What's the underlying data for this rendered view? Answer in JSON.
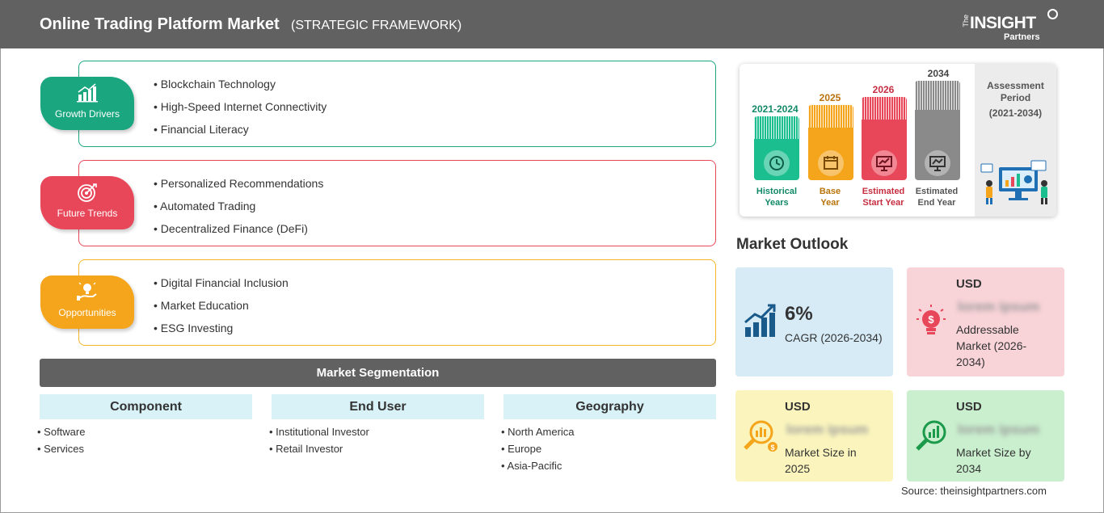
{
  "header": {
    "title": "Online Trading Platform Market",
    "subtitle": "(STRATEGIC FRAMEWORK)",
    "logo": {
      "the": "The",
      "insight": "INSIGHT",
      "partners": "Partners"
    }
  },
  "framework": [
    {
      "label": "Growth Drivers",
      "color": "#1aa67f",
      "border": "#1aa67f",
      "icon": "growth-chart-icon",
      "items": [
        "• Blockchain Technology",
        "• High-Speed Internet Connectivity",
        "• Financial Literacy"
      ]
    },
    {
      "label": "Future Trends",
      "color": "#e8475a",
      "border": "#e8475a",
      "icon": "target-icon",
      "items": [
        "• Personalized Recommendations",
        "• Automated Trading",
        "• Decentralized Finance (DeFi)"
      ]
    },
    {
      "label": "Opportunities",
      "color": "#f5a51c",
      "border": "#f5b62b",
      "icon": "lightbulb-hand-icon",
      "items": [
        "• Digital Financial Inclusion",
        "• Market Education",
        "• ESG Investing"
      ]
    }
  ],
  "segmentation": {
    "title": "Market Segmentation",
    "columns": [
      {
        "heading": "Component",
        "items": [
          "• Software",
          "• Services"
        ]
      },
      {
        "heading": "End User",
        "items": [
          "• Institutional Investor",
          "• Retail Investor"
        ]
      },
      {
        "heading": "Geography",
        "items": [
          "• North America",
          "• Europe",
          "• Asia-Pacific"
        ]
      }
    ]
  },
  "timeline": {
    "periods": [
      {
        "year": "2021-2024",
        "label1": "Historical",
        "label2": "Years",
        "color": "#1bbf8f",
        "text_color": "#128a67",
        "icon": "history-icon"
      },
      {
        "year": "2025",
        "label1": "Base",
        "label2": "Year",
        "color": "#f5a51c",
        "text_color": "#b8730a",
        "icon": "calendar-icon"
      },
      {
        "year": "2026",
        "label1": "Estimated",
        "label2": "Start Year",
        "color": "#e8475a",
        "text_color": "#c62d40",
        "icon": "chart-board-icon"
      },
      {
        "year": "2034",
        "label1": "Estimated",
        "label2": "End Year",
        "color": "#8a8a8a",
        "text_color": "#555555",
        "icon": "presentation-icon"
      }
    ],
    "assessment": {
      "line1": "Assessment",
      "line2": "Period",
      "line3": "(2021-2034)"
    }
  },
  "outlook": {
    "title": "Market Outlook",
    "cagr": {
      "value": "6%",
      "label": "CAGR (2026-2034)",
      "bg": "#d6ebf6"
    },
    "addressable": {
      "currency": "USD",
      "value": "lorem ipsum",
      "label1": "Addressable",
      "label2": "Market (2026-",
      "label3": "2034)",
      "bg": "#f8d3d8"
    },
    "size_2025": {
      "currency": "USD",
      "value": "lorem ipsum",
      "label1": "Market Size in",
      "label2": "2025",
      "bg": "#fbf5bd"
    },
    "size_2034": {
      "currency": "USD",
      "value": "lorem ipsum",
      "label1": "Market Size by",
      "label2": "2034",
      "bg": "#c9efce"
    }
  },
  "source": "Source: theinsightpartners.com"
}
